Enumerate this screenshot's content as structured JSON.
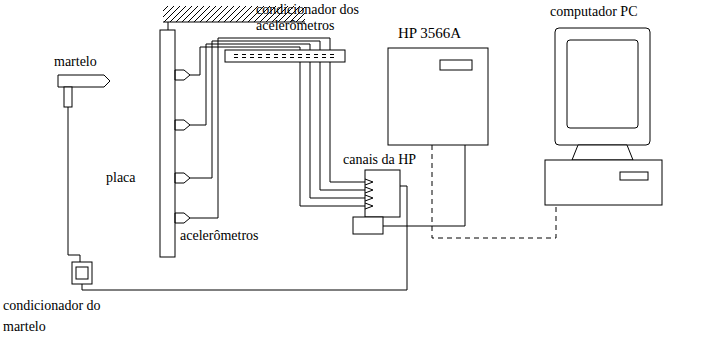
{
  "diagram": {
    "labels": [
      "condicionador dos acelerômetros",
      "martelo",
      "HP 3566A",
      "computador PC",
      "canais da HP",
      "placa",
      "acelerômetros",
      "condicionador do martelo"
    ]
  }
}
